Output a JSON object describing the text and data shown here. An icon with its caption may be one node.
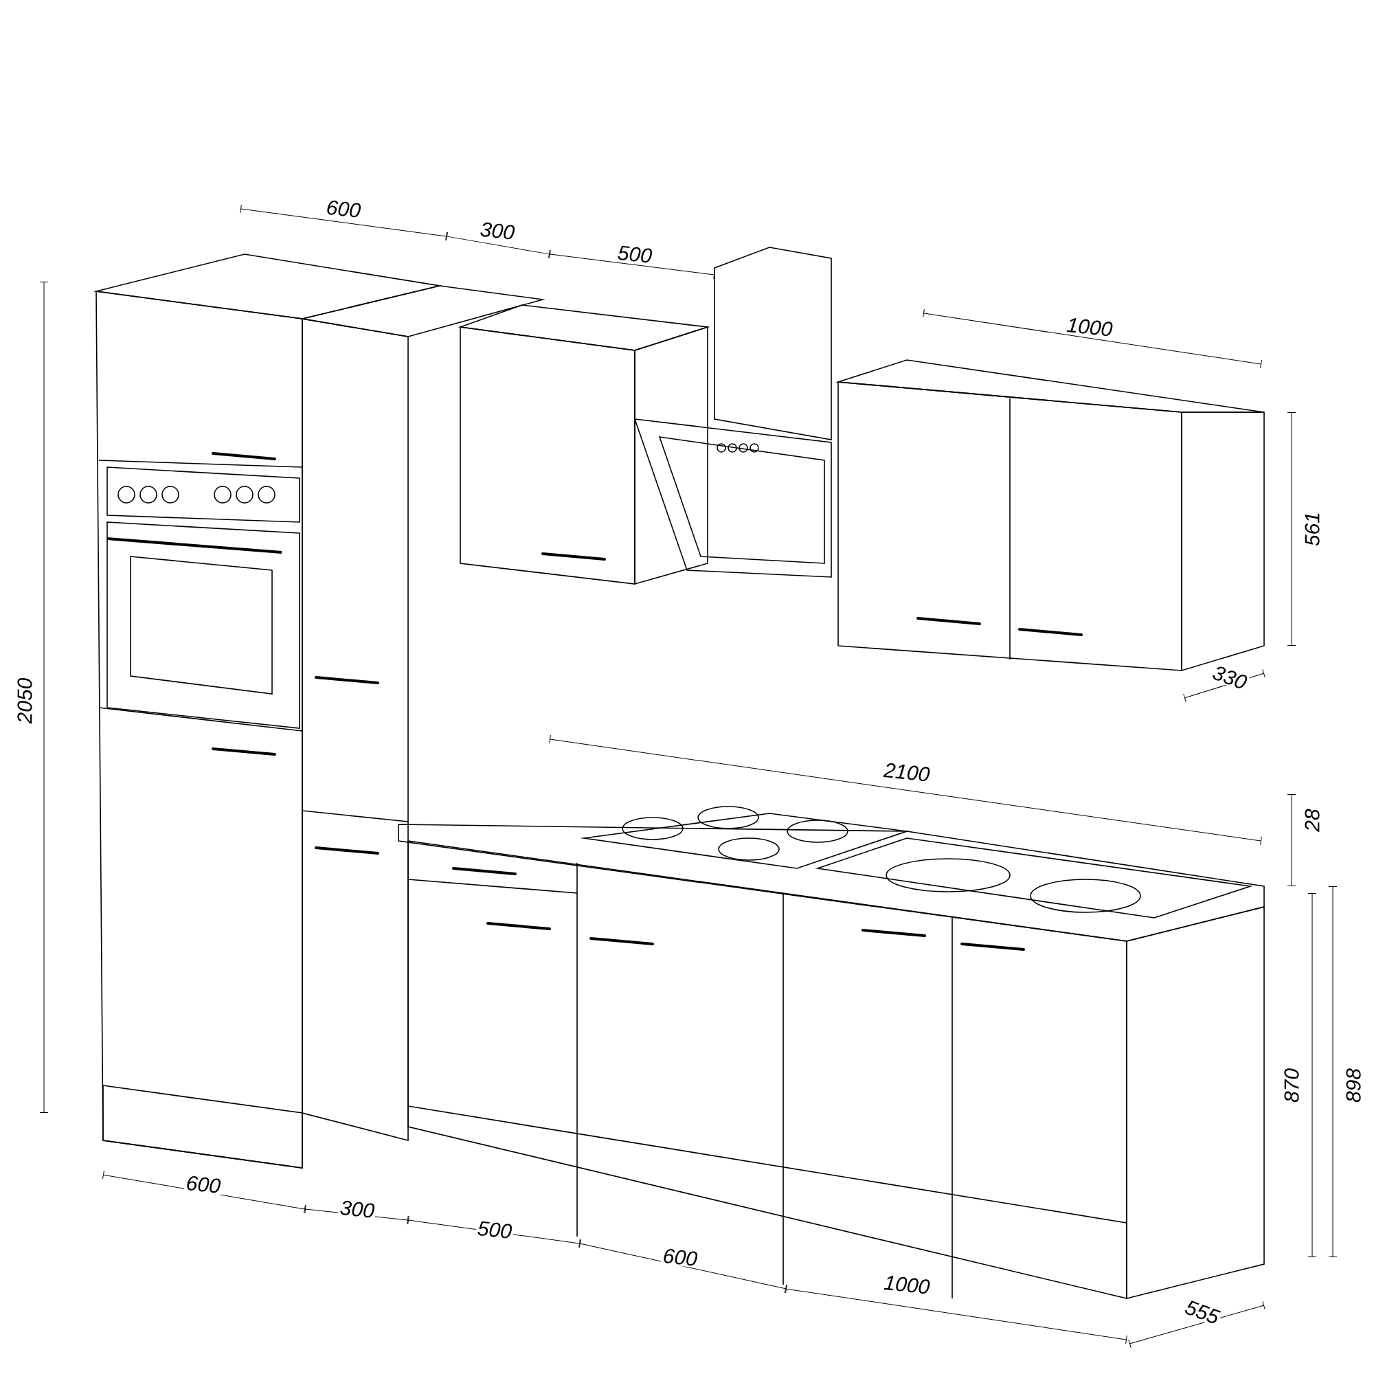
{
  "diagram": {
    "labels": [
      "600",
      "300",
      "500",
      "1000",
      "561",
      "2050",
      "330",
      "2100",
      "28",
      "870",
      "898",
      "600",
      "300",
      "500",
      "600",
      "1000",
      "555"
    ]
  }
}
